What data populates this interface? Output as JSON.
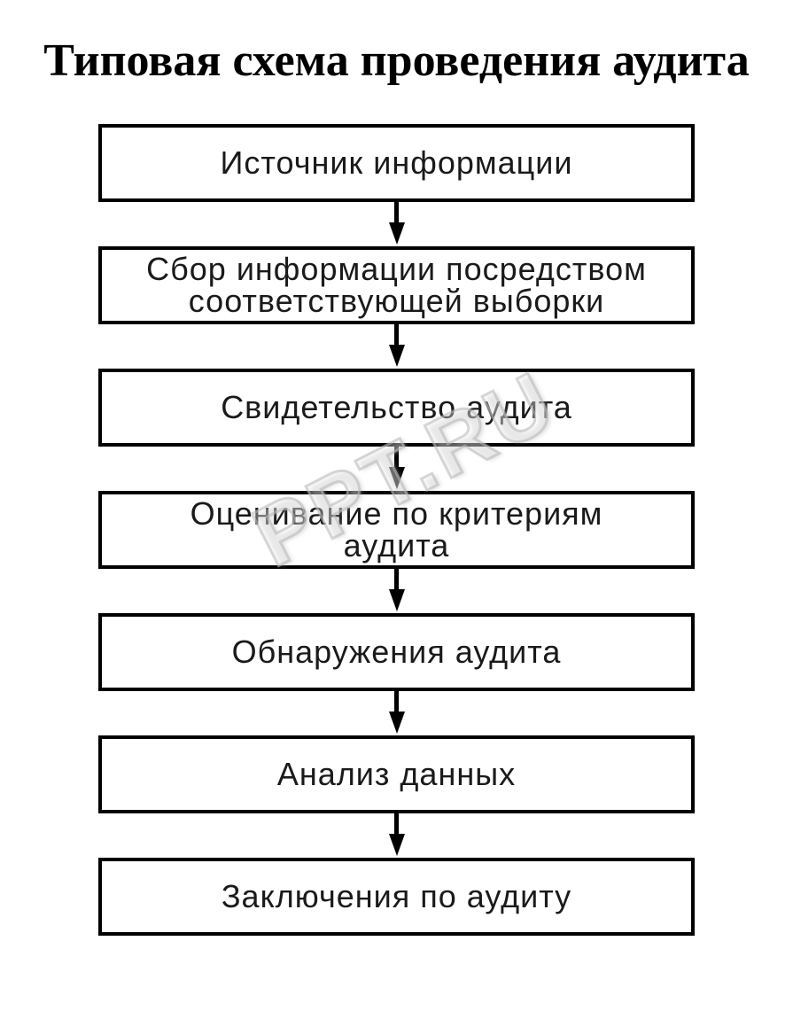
{
  "title": "Типовая схема проведения аудита",
  "watermark": "PPT.RU",
  "flow": {
    "steps": [
      {
        "label": "Источник информации"
      },
      {
        "label": "Сбор информации посредством соответствующей выборки"
      },
      {
        "label": "Свидетельство аудита"
      },
      {
        "label": "Оценивание по критериям аудита"
      },
      {
        "label": "Обнаружения аудита"
      },
      {
        "label": "Анализ данных"
      },
      {
        "label": "Заключения по аудиту"
      }
    ]
  },
  "colors": {
    "background": "#ffffff",
    "box_border": "#000000",
    "box_fill": "#ffffff",
    "text": "#1a1a1a",
    "arrow": "#000000",
    "watermark": "#bbbbbb"
  }
}
